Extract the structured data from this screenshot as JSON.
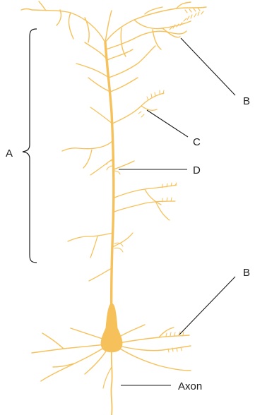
{
  "colors": {
    "neuron": "#F6C15A",
    "neuron_light": "#F8CF7A",
    "line": "#1a1a1a",
    "background": "#ffffff"
  },
  "labels": {
    "a": "A",
    "b_top": "B",
    "c": "C",
    "d": "D",
    "b_bottom": "B",
    "axon": "Axon"
  }
}
